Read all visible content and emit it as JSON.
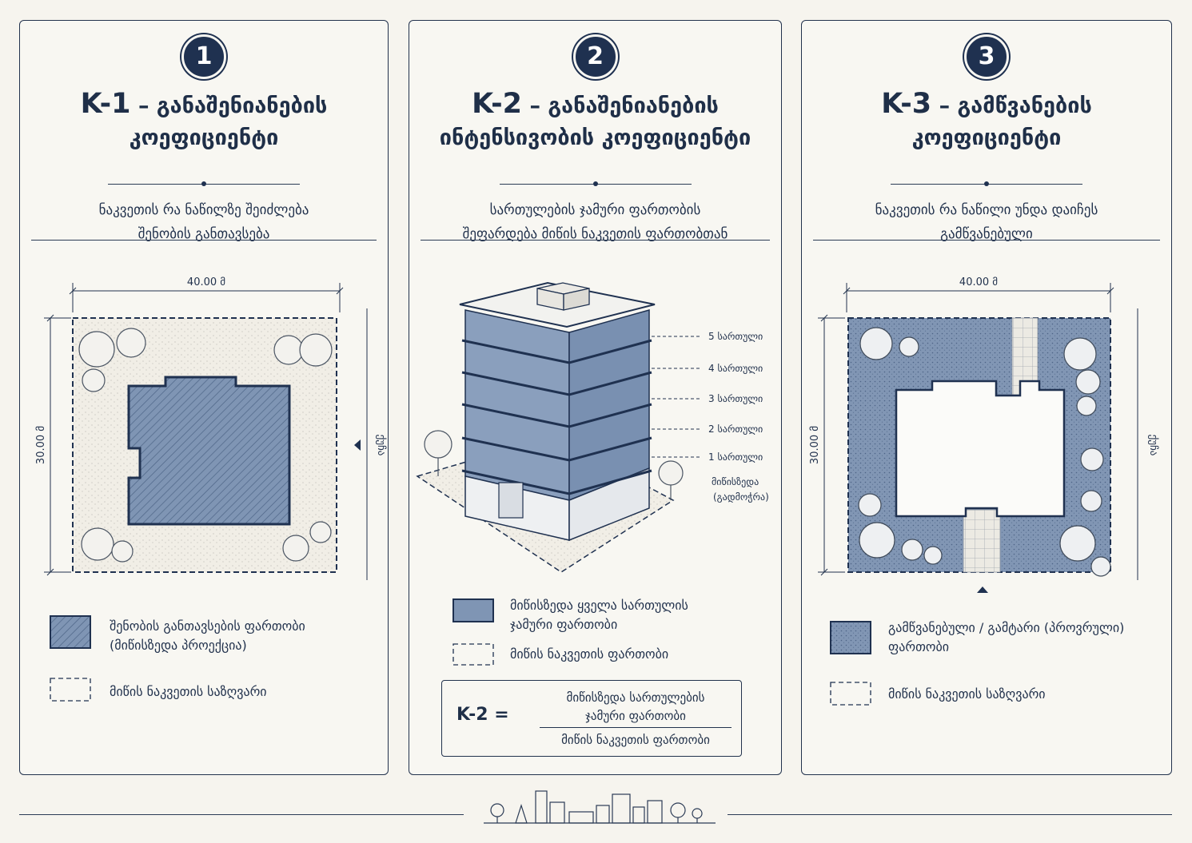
{
  "panels": [
    {
      "number": "1",
      "code": "K-1",
      "dash": "–",
      "title_line1": "განაშენიანების",
      "title_line2": "კოეფიციენტი",
      "subtitle_line1": "ნაკვეთის რა ნაწილზე შეიძლება",
      "subtitle_line2": "შენობის განთავსება",
      "dimension_width": "40.00 მ",
      "dimension_height": "30.00 მ",
      "street_label": "ქუჩა",
      "legend": [
        {
          "label_line1": "შენობის განთავსების ფართობი",
          "label_line2": "(მიწისზედა პროექცია)"
        },
        {
          "label_line1": "მიწის ნაკვეთის საზღვარი",
          "label_line2": ""
        }
      ]
    },
    {
      "number": "2",
      "code": "K-2",
      "dash": "–",
      "title_line1": "განაშენიანების",
      "title_line2": "ინტენსივობის კოეფიციენტი",
      "subtitle_line1": "სართულების ჯამური ფართობის",
      "subtitle_line2": "შეფარდება მიწის ნაკვეთის ფართობთან",
      "floors": [
        "5 სართული",
        "4 სართული",
        "3 სართული",
        "2 სართული",
        "1 სართული"
      ],
      "ground_label_line1": "მიწისზედა",
      "ground_label_line2": "(გადმოჭრა)",
      "legend": [
        {
          "label_line1": "მიწისზედა ყველა სართულის",
          "label_line2": "ჯამური ფართობი"
        },
        {
          "label_line1": "მიწის ნაკვეთის ფართობი",
          "label_line2": ""
        }
      ],
      "formula": {
        "lhs": "K-2 =",
        "numerator_line1": "მიწისზედა სართულების",
        "numerator_line2": "ჯამური ფართობი",
        "denominator": "მიწის ნაკვეთის ფართობი"
      }
    },
    {
      "number": "3",
      "code": "K-3",
      "dash": "–",
      "title_line1": "გამწვანების",
      "title_line2": "კოეფიციენტი",
      "subtitle_line1": "ნაკვეთის რა ნაწილი უნდა დაიჩეს",
      "subtitle_line2": "გამწვანებული",
      "dimension_width": "40.00 მ",
      "dimension_height": "30.00 მ",
      "street_label": "ქუჩა",
      "legend": [
        {
          "label_line1": "გამწვანებული / გამტარი (პროვრული)",
          "label_line2": "ფართობი"
        },
        {
          "label_line1": "მიწის ნაკვეთის საზღვარი",
          "label_line2": ""
        }
      ]
    }
  ],
  "colors": {
    "navy": "#1f3150",
    "blue_fill": "#7f95b4",
    "background": "#f6f4ee"
  }
}
